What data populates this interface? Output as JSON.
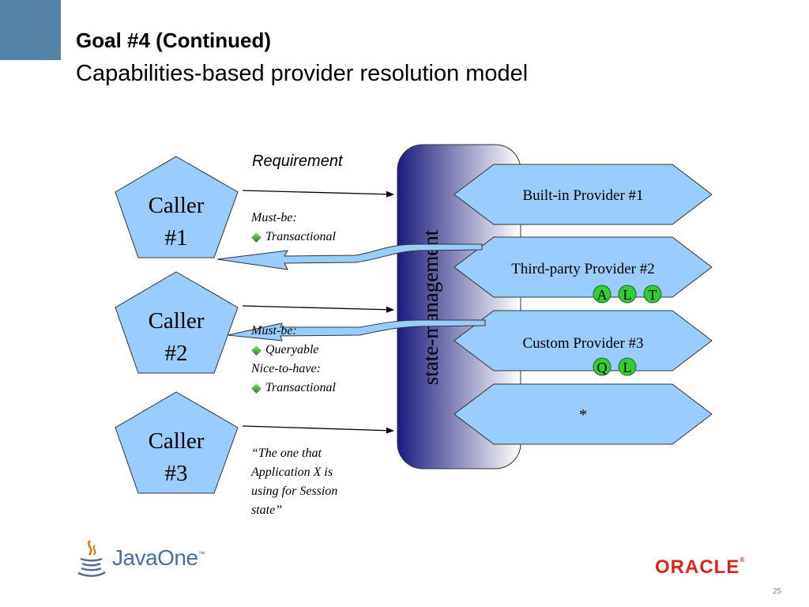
{
  "header": {
    "title": "Goal #4 (Continued)",
    "subtitle": "Capabilities-based provider resolution model"
  },
  "diagram": {
    "requirement_label": "Requirement",
    "container_label": "state-management",
    "callers": [
      {
        "line1": "Caller",
        "line2": "#1"
      },
      {
        "line1": "Caller",
        "line2": "#2"
      },
      {
        "line1": "Caller",
        "line2": "#3"
      }
    ],
    "requirements": [
      {
        "lines": [
          {
            "text": "Must-be:",
            "bullet": false
          },
          {
            "text": "Transactional",
            "bullet": true
          }
        ]
      },
      {
        "lines": [
          {
            "text": "Must-be:",
            "bullet": false
          },
          {
            "text": "Queryable",
            "bullet": true
          },
          {
            "text": "Nice-to-have:",
            "bullet": false
          },
          {
            "text": "Transactional",
            "bullet": true
          }
        ]
      },
      {
        "lines": [
          {
            "text": "“The one that",
            "bullet": false
          },
          {
            "text": "Application X is",
            "bullet": false
          },
          {
            "text": "using for Session",
            "bullet": false
          },
          {
            "text": "state”",
            "bullet": false
          }
        ]
      }
    ],
    "providers": [
      {
        "label": "Built-in Provider #1",
        "capabilities": []
      },
      {
        "label": "Third-party Provider #2",
        "capabilities": [
          "A",
          "L",
          "T"
        ]
      },
      {
        "label": "Custom Provider #3",
        "capabilities": [
          "Q",
          "L"
        ]
      },
      {
        "label": "*",
        "capabilities": []
      }
    ]
  },
  "footer": {
    "javaone": "JavaOne",
    "javaone_tm": "™",
    "oracle": "ORACLE",
    "oracle_reg": "®",
    "page_number": "25"
  },
  "colors": {
    "corner": "#5583a6",
    "shape_fill": "#99ccff",
    "container_dark": "#1a1a80",
    "capability_fill": "#33cc33",
    "oracle_red": "#e2231a",
    "javaone_blue": "#4a6f9a"
  }
}
